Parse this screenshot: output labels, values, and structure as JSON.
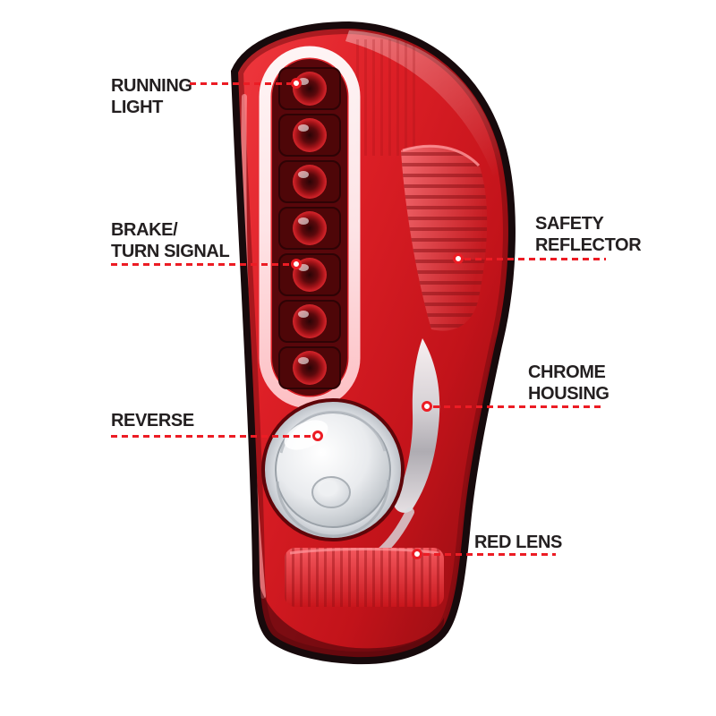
{
  "diagram": {
    "callouts": {
      "running_light": {
        "line1": "RUNNING",
        "line2": "LIGHT"
      },
      "brake_turn_signal": {
        "line1": "BRAKE/",
        "line2": "TURN SIGNAL"
      },
      "reverse": {
        "line1": "REVERSE"
      },
      "safety_reflector": {
        "line1": "SAFETY",
        "line2": "REFLECTOR"
      },
      "chrome_housing": {
        "line1": "CHROME",
        "line2": "HOUSING"
      },
      "red_lens": {
        "line1": "RED LENS"
      }
    },
    "colors": {
      "callout_red": "#ec1c24",
      "label_text": "#231f20",
      "lens_red": "#d8151b",
      "background": "#ffffff"
    }
  }
}
